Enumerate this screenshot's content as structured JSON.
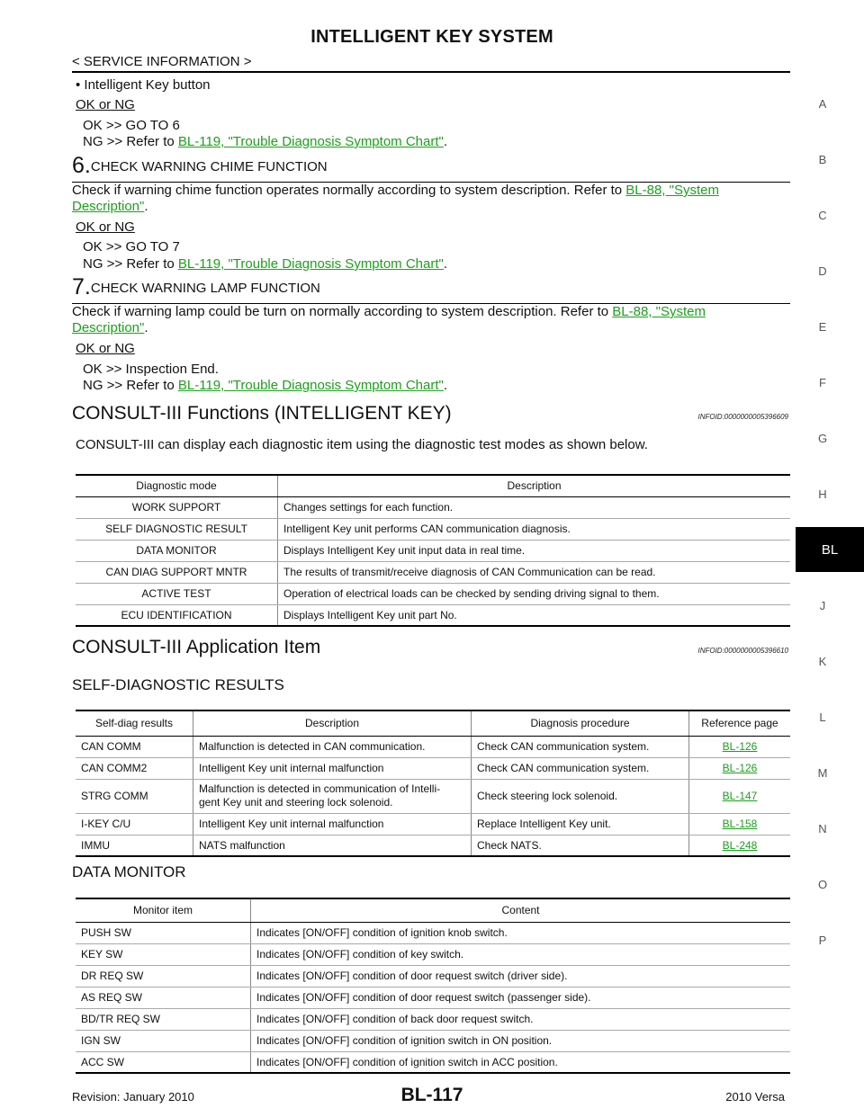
{
  "header": {
    "title": "INTELLIGENT KEY SYSTEM",
    "breadcrumb": "< SERVICE INFORMATION >"
  },
  "side_index": {
    "letters": [
      "A",
      "B",
      "C",
      "D",
      "E",
      "F",
      "G",
      "H",
      "BL",
      "J",
      "K",
      "L",
      "M",
      "N",
      "O",
      "P"
    ],
    "active": "BL"
  },
  "top": {
    "bullet": "•  Intelligent Key button",
    "okng_1": "OK or NG",
    "ok_1": "OK      >> GO TO 6",
    "ng_1_prefix": "NG      >> Refer to ",
    "ng_1_link": "BL-119, \"Trouble Diagnosis Symptom Chart\"",
    "ng_1_suffix": "."
  },
  "step6": {
    "num": "6.",
    "title": "CHECK WARNING CHIME FUNCTION",
    "text": "Check if warning chime function operates normally according to system description. Refer to ",
    "link_a": "BL-88, \"System",
    "link_b": "Description\"",
    "text_end": ".",
    "okng": "OK or NG",
    "ok": "OK      >> GO TO 7",
    "ng_prefix": "NG      >> Refer to ",
    "ng_link": "BL-119, \"Trouble Diagnosis Symptom Chart\"",
    "ng_suffix": "."
  },
  "step7": {
    "num": "7.",
    "title": "CHECK WARNING LAMP FUNCTION",
    "text": "Check if warning lamp could be turn on normally according to system description. Refer to ",
    "link_a": "BL-88, \"System",
    "link_b": "Description\"",
    "text_end": ".",
    "okng": "OK or NG",
    "ok": "OK      >> Inspection End.",
    "ng_prefix": "NG      >> Refer to ",
    "ng_link": "BL-119, \"Trouble Diagnosis Symptom Chart\"",
    "ng_suffix": "."
  },
  "functions": {
    "title": "CONSULT-III Functions (INTELLIGENT KEY)",
    "infoid": "INFOID:0000000005396609",
    "intro": "CONSULT-III can display each diagnostic item using the diagnostic test modes as shown below.",
    "headers": [
      "Diagnostic mode",
      "Description"
    ],
    "rows": [
      [
        "WORK SUPPORT",
        "Changes settings for each function."
      ],
      [
        "SELF DIAGNOSTIC RESULT",
        "Intelligent Key unit performs CAN communication diagnosis."
      ],
      [
        "DATA MONITOR",
        "Displays Intelligent Key unit input data in real time."
      ],
      [
        "CAN DIAG SUPPORT MNTR",
        "The results of transmit/receive diagnosis of CAN Communication can be read."
      ],
      [
        "ACTIVE TEST",
        "Operation of electrical loads can be checked by sending driving signal to them."
      ],
      [
        "ECU IDENTIFICATION",
        "Displays Intelligent Key unit part No."
      ]
    ]
  },
  "application": {
    "title": "CONSULT-III Application Item",
    "infoid": "INFOID:0000000005396610",
    "self_diag_heading": "SELF-DIAGNOSTIC RESULTS",
    "self_diag_headers": [
      "Self-diag results",
      "Description",
      "Diagnosis procedure",
      "Reference page"
    ],
    "self_diag_rows": [
      [
        "CAN COMM",
        "Malfunction is detected in CAN communication.",
        "Check CAN communication system.",
        "BL-126"
      ],
      [
        "CAN COMM2",
        "Intelligent Key unit internal malfunction",
        "Check CAN communication system.",
        "BL-126"
      ],
      [
        "STRG COMM",
        "Malfunction is detected in communication of Intelli-\ngent Key unit and steering lock solenoid.",
        "Check steering lock solenoid.",
        "BL-147"
      ],
      [
        "I-KEY C/U",
        "Intelligent Key unit internal malfunction",
        "Replace Intelligent Key unit.",
        "BL-158"
      ],
      [
        "IMMU",
        "NATS malfunction",
        "Check NATS.",
        "BL-248"
      ]
    ],
    "data_monitor_heading": "DATA MONITOR",
    "data_monitor_headers": [
      "Monitor item",
      "Content"
    ],
    "data_monitor_rows": [
      [
        "PUSH SW",
        "Indicates [ON/OFF] condition of ignition knob switch."
      ],
      [
        "KEY SW",
        "Indicates [ON/OFF] condition of key switch."
      ],
      [
        "DR REQ SW",
        "Indicates [ON/OFF] condition of door request switch (driver side)."
      ],
      [
        "AS REQ SW",
        "Indicates [ON/OFF] condition of door request switch (passenger side)."
      ],
      [
        "BD/TR REQ SW",
        "Indicates [ON/OFF] condition of back door request switch."
      ],
      [
        "IGN SW",
        "Indicates [ON/OFF] condition of ignition switch in ON position."
      ],
      [
        "ACC SW",
        "Indicates [ON/OFF] condition of ignition switch in ACC position."
      ]
    ]
  },
  "footer": {
    "revision": "Revision: January 2010",
    "page": "BL-117",
    "model": "2010 Versa"
  },
  "colors": {
    "link": "#1ca01c",
    "tab_bg": "#000000"
  }
}
